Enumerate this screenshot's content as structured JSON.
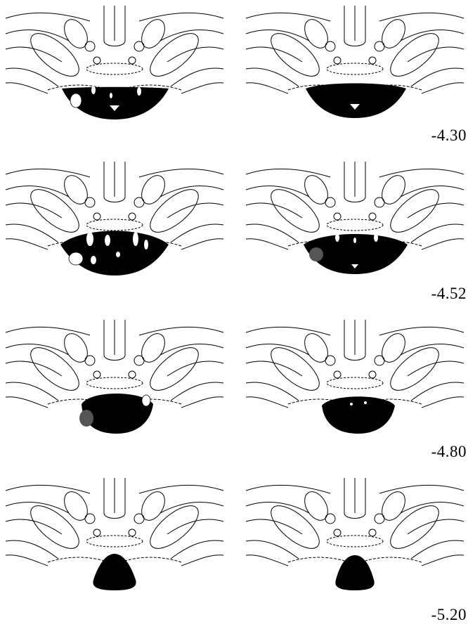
{
  "figure": {
    "rows": [
      {
        "level": "-4.30"
      },
      {
        "level": "-4.52"
      },
      {
        "level": "-4.80"
      },
      {
        "level": "-5.20"
      }
    ]
  }
}
